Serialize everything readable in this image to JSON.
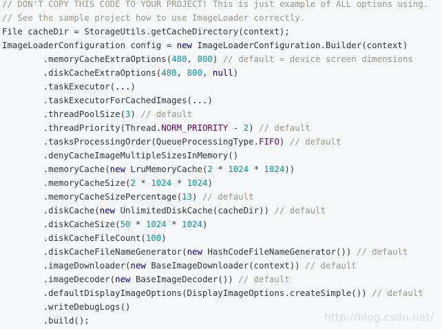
{
  "colors": {
    "background": "#f6f8fa",
    "plain": "#333333",
    "comment": "#999988",
    "keyword": "#000088",
    "number": "#009999",
    "constant": "#660066",
    "watermark": "#d9dbde"
  },
  "code_lines": [
    [
      {
        "t": "comment",
        "v": "// DON'T COPY THIS CODE TO YOUR PROJECT! This is just example of ALL options using."
      }
    ],
    [
      {
        "t": "comment",
        "v": "// See the sample project how to use ImageLoader correctly."
      }
    ],
    [
      {
        "t": "plain",
        "v": "File cacheDir = StorageUtils.getCacheDirectory(context);"
      }
    ],
    [
      {
        "t": "plain",
        "v": "ImageLoaderConfiguration config = "
      },
      {
        "t": "keyword",
        "v": "new"
      },
      {
        "t": "plain",
        "v": " ImageLoaderConfiguration.Builder(context)"
      }
    ],
    [
      {
        "t": "plain",
        "v": "        .memoryCacheExtraOptions("
      },
      {
        "t": "number",
        "v": "480"
      },
      {
        "t": "plain",
        "v": ", "
      },
      {
        "t": "number",
        "v": "800"
      },
      {
        "t": "plain",
        "v": ") "
      },
      {
        "t": "comment",
        "v": "// default = device screen dimensions"
      }
    ],
    [
      {
        "t": "plain",
        "v": "        .diskCacheExtraOptions("
      },
      {
        "t": "number",
        "v": "480"
      },
      {
        "t": "plain",
        "v": ", "
      },
      {
        "t": "number",
        "v": "800"
      },
      {
        "t": "plain",
        "v": ", "
      },
      {
        "t": "keyword",
        "v": "null"
      },
      {
        "t": "plain",
        "v": ")"
      }
    ],
    [
      {
        "t": "plain",
        "v": "        .taskExecutor("
      },
      {
        "t": "keyword",
        "v": "..."
      },
      {
        "t": "plain",
        "v": ")"
      }
    ],
    [
      {
        "t": "plain",
        "v": "        .taskExecutorForCachedImages("
      },
      {
        "t": "keyword",
        "v": "..."
      },
      {
        "t": "plain",
        "v": ")"
      }
    ],
    [
      {
        "t": "plain",
        "v": "        .threadPoolSize("
      },
      {
        "t": "number",
        "v": "3"
      },
      {
        "t": "plain",
        "v": ") "
      },
      {
        "t": "comment",
        "v": "// default"
      }
    ],
    [
      {
        "t": "plain",
        "v": "        .threadPriority(Thread."
      },
      {
        "t": "const",
        "v": "NORM_PRIORITY"
      },
      {
        "t": "plain",
        "v": " - "
      },
      {
        "t": "number",
        "v": "2"
      },
      {
        "t": "plain",
        "v": ") "
      },
      {
        "t": "comment",
        "v": "// default"
      }
    ],
    [
      {
        "t": "plain",
        "v": "        .tasksProcessingOrder(QueueProcessingType."
      },
      {
        "t": "const",
        "v": "FIFO"
      },
      {
        "t": "plain",
        "v": ") "
      },
      {
        "t": "comment",
        "v": "// default"
      }
    ],
    [
      {
        "t": "plain",
        "v": "        .denyCacheImageMultipleSizesInMemory()"
      }
    ],
    [
      {
        "t": "plain",
        "v": "        .memoryCache("
      },
      {
        "t": "keyword",
        "v": "new"
      },
      {
        "t": "plain",
        "v": " LruMemoryCache("
      },
      {
        "t": "number",
        "v": "2"
      },
      {
        "t": "plain",
        "v": " * "
      },
      {
        "t": "number",
        "v": "1024"
      },
      {
        "t": "plain",
        "v": " * "
      },
      {
        "t": "number",
        "v": "1024"
      },
      {
        "t": "plain",
        "v": "))"
      }
    ],
    [
      {
        "t": "plain",
        "v": "        .memoryCacheSize("
      },
      {
        "t": "number",
        "v": "2"
      },
      {
        "t": "plain",
        "v": " * "
      },
      {
        "t": "number",
        "v": "1024"
      },
      {
        "t": "plain",
        "v": " * "
      },
      {
        "t": "number",
        "v": "1024"
      },
      {
        "t": "plain",
        "v": ")"
      }
    ],
    [
      {
        "t": "plain",
        "v": "        .memoryCacheSizePercentage("
      },
      {
        "t": "number",
        "v": "13"
      },
      {
        "t": "plain",
        "v": ") "
      },
      {
        "t": "comment",
        "v": "// default"
      }
    ],
    [
      {
        "t": "plain",
        "v": "        .diskCache("
      },
      {
        "t": "keyword",
        "v": "new"
      },
      {
        "t": "plain",
        "v": " UnlimitedDiskCache(cacheDir)) "
      },
      {
        "t": "comment",
        "v": "// default"
      }
    ],
    [
      {
        "t": "plain",
        "v": "        .diskCacheSize("
      },
      {
        "t": "number",
        "v": "50"
      },
      {
        "t": "plain",
        "v": " * "
      },
      {
        "t": "number",
        "v": "1024"
      },
      {
        "t": "plain",
        "v": " * "
      },
      {
        "t": "number",
        "v": "1024"
      },
      {
        "t": "plain",
        "v": ")"
      }
    ],
    [
      {
        "t": "plain",
        "v": "        .diskCacheFileCount("
      },
      {
        "t": "number",
        "v": "100"
      },
      {
        "t": "plain",
        "v": ")"
      }
    ],
    [
      {
        "t": "plain",
        "v": "        .diskCacheFileNameGenerator("
      },
      {
        "t": "keyword",
        "v": "new"
      },
      {
        "t": "plain",
        "v": " HashCodeFileNameGenerator()) "
      },
      {
        "t": "comment",
        "v": "// default"
      }
    ],
    [
      {
        "t": "plain",
        "v": "        .imageDownloader("
      },
      {
        "t": "keyword",
        "v": "new"
      },
      {
        "t": "plain",
        "v": " BaseImageDownloader(context)) "
      },
      {
        "t": "comment",
        "v": "// default"
      }
    ],
    [
      {
        "t": "plain",
        "v": "        .imageDecoder("
      },
      {
        "t": "keyword",
        "v": "new"
      },
      {
        "t": "plain",
        "v": " BaseImageDecoder()) "
      },
      {
        "t": "comment",
        "v": "// default"
      }
    ],
    [
      {
        "t": "plain",
        "v": "        .defaultDisplayImageOptions(DisplayImageOptions.createSimple()) "
      },
      {
        "t": "comment",
        "v": "// default"
      }
    ],
    [
      {
        "t": "plain",
        "v": "        .writeDebugLogs()"
      }
    ],
    [
      {
        "t": "plain",
        "v": "        .build();"
      }
    ]
  ],
  "watermark": "http://blog.csdn.net/"
}
